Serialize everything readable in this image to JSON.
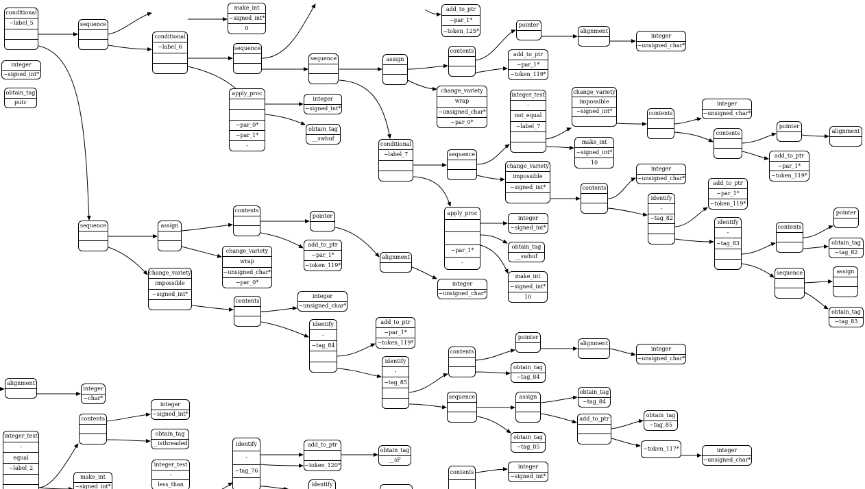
{
  "diagram": {
    "nodes": [
      {
        "id": "n1",
        "cells": [
          "conditional",
          "~label_5",
          "",
          ""
        ]
      },
      {
        "id": "n2",
        "cells": [
          "sequence",
          "",
          ""
        ]
      },
      {
        "id": "n3",
        "cells": [
          "conditional",
          "~label_6",
          "",
          ""
        ]
      },
      {
        "id": "n4",
        "cells": [
          "make_int",
          "~signed_int*",
          "0"
        ]
      },
      {
        "id": "n5",
        "cells": [
          "add_to_ptr",
          "~par_1*",
          "~token_125*"
        ]
      },
      {
        "id": "n6",
        "cells": [
          "sequence",
          "",
          ""
        ]
      },
      {
        "id": "n7",
        "cells": [
          "sequence",
          "",
          ""
        ]
      },
      {
        "id": "n8",
        "cells": [
          "assign",
          "",
          ""
        ]
      },
      {
        "id": "n9",
        "cells": [
          "contents",
          "",
          ""
        ]
      },
      {
        "id": "n10",
        "cells": [
          "pointer",
          ""
        ]
      },
      {
        "id": "n11",
        "cells": [
          "alignment",
          ""
        ]
      },
      {
        "id": "n12",
        "cells": [
          "integer",
          "~unsigned_char*"
        ]
      },
      {
        "id": "n13",
        "cells": [
          "add_to_ptr",
          "~par_1*",
          "~token_119*"
        ]
      },
      {
        "id": "n14",
        "cells": [
          "integer",
          "~signed_int*"
        ]
      },
      {
        "id": "n15",
        "cells": [
          "obtain_tag",
          "putc"
        ]
      },
      {
        "id": "n16",
        "cells": [
          "apply_proc",
          "",
          "",
          "~par_0*",
          "~par_1*",
          "-"
        ]
      },
      {
        "id": "n17",
        "cells": [
          "integer",
          "~signed_int*"
        ]
      },
      {
        "id": "n18",
        "cells": [
          "obtain_tag",
          "__swbuf"
        ]
      },
      {
        "id": "n19",
        "cells": [
          "change_variety",
          "wrap",
          "~unsigned_char*",
          "~par_0*"
        ]
      },
      {
        "id": "n20",
        "cells": [
          "integer_test",
          "-",
          "not_equal",
          "~label_7",
          "",
          ""
        ]
      },
      {
        "id": "n21",
        "cells": [
          "change_variety",
          "impossible",
          "~signed_int*",
          ""
        ]
      },
      {
        "id": "n22",
        "cells": [
          "integer",
          "~unsigned_char*"
        ]
      },
      {
        "id": "n23",
        "cells": [
          "contents",
          "",
          ""
        ]
      },
      {
        "id": "n24",
        "cells": [
          "contents",
          "",
          ""
        ]
      },
      {
        "id": "n25",
        "cells": [
          "pointer",
          ""
        ]
      },
      {
        "id": "n26",
        "cells": [
          "alignment",
          ""
        ]
      },
      {
        "id": "n27",
        "cells": [
          "add_to_ptr",
          "~par_1*",
          "~token_119*"
        ]
      },
      {
        "id": "n28",
        "cells": [
          "conditional",
          "~label_7",
          "",
          ""
        ]
      },
      {
        "id": "n29",
        "cells": [
          "sequence",
          "",
          ""
        ]
      },
      {
        "id": "n30",
        "cells": [
          "make_int",
          "~signed_int*",
          "10"
        ]
      },
      {
        "id": "n31",
        "cells": [
          "change_variety",
          "impossible",
          "~signed_int*",
          ""
        ]
      },
      {
        "id": "n32",
        "cells": [
          "integer",
          "~unsigned_char*"
        ]
      },
      {
        "id": "n33",
        "cells": [
          "contents",
          "",
          ""
        ]
      },
      {
        "id": "n34",
        "cells": [
          "identify",
          "-",
          "~tag_82",
          "",
          ""
        ]
      },
      {
        "id": "n35",
        "cells": [
          "add_to_ptr",
          "~par_1*",
          "~token_119*"
        ]
      },
      {
        "id": "n36",
        "cells": [
          "identify",
          "-",
          "~tag_83",
          "",
          ""
        ]
      },
      {
        "id": "n37",
        "cells": [
          "contents",
          "",
          ""
        ]
      },
      {
        "id": "n38",
        "cells": [
          "pointer",
          ""
        ]
      },
      {
        "id": "n39",
        "cells": [
          "obtain_tag",
          "~tag_82"
        ]
      },
      {
        "id": "n40",
        "cells": [
          "sequence",
          "",
          ""
        ]
      },
      {
        "id": "n41",
        "cells": [
          "assign",
          "",
          ""
        ]
      },
      {
        "id": "n42",
        "cells": [
          "obtain_tag",
          "~tag_83"
        ]
      },
      {
        "id": "n43",
        "cells": [
          "apply_proc",
          "",
          "",
          "~par_1*",
          "-"
        ]
      },
      {
        "id": "n44",
        "cells": [
          "integer",
          "~signed_int*"
        ]
      },
      {
        "id": "n45",
        "cells": [
          "obtain_tag",
          "__swbuf"
        ]
      },
      {
        "id": "n46",
        "cells": [
          "make_int",
          "~signed_int*",
          "10"
        ]
      },
      {
        "id": "n47",
        "cells": [
          "sequence",
          "",
          ""
        ]
      },
      {
        "id": "n48",
        "cells": [
          "assign",
          "",
          ""
        ]
      },
      {
        "id": "n49",
        "cells": [
          "contents",
          "",
          ""
        ]
      },
      {
        "id": "n50",
        "cells": [
          "pointer",
          ""
        ]
      },
      {
        "id": "n51",
        "cells": [
          "alignment",
          ""
        ]
      },
      {
        "id": "n52",
        "cells": [
          "integer",
          "~unsigned_char*"
        ]
      },
      {
        "id": "n53",
        "cells": [
          "change_variety",
          "wrap",
          "~unsigned_char*",
          "~par_0*"
        ]
      },
      {
        "id": "n54",
        "cells": [
          "add_to_ptr",
          "~par_1*",
          "~token_119*"
        ]
      },
      {
        "id": "n55",
        "cells": [
          "change_variety",
          "impossible",
          "~signed_int*",
          ""
        ]
      },
      {
        "id": "n56",
        "cells": [
          "contents",
          "",
          ""
        ]
      },
      {
        "id": "n57",
        "cells": [
          "integer",
          "~unsigned_char*"
        ]
      },
      {
        "id": "n58",
        "cells": [
          "identify",
          "-",
          "~tag_84",
          "",
          ""
        ]
      },
      {
        "id": "n59",
        "cells": [
          "add_to_ptr",
          "~par_1*",
          "~token_119*"
        ]
      },
      {
        "id": "n60",
        "cells": [
          "identify",
          "-",
          "~tag_85",
          "",
          ""
        ]
      },
      {
        "id": "n61",
        "cells": [
          "contents",
          "",
          ""
        ]
      },
      {
        "id": "n62",
        "cells": [
          "pointer",
          ""
        ]
      },
      {
        "id": "n63",
        "cells": [
          "alignment",
          ""
        ]
      },
      {
        "id": "n64",
        "cells": [
          "integer",
          "~unsigned_char*"
        ]
      },
      {
        "id": "n65",
        "cells": [
          "obtain_tag",
          "~tag_84"
        ]
      },
      {
        "id": "n66",
        "cells": [
          "sequence",
          "",
          ""
        ]
      },
      {
        "id": "n67",
        "cells": [
          "assign",
          "",
          ""
        ]
      },
      {
        "id": "n68",
        "cells": [
          "obtain_tag",
          "~tag_84"
        ]
      },
      {
        "id": "n69",
        "cells": [
          "add_to_ptr",
          "",
          ""
        ]
      },
      {
        "id": "n70",
        "cells": [
          "obtain_tag",
          "~tag_85"
        ]
      },
      {
        "id": "n71",
        "cells": [
          "~token_117*"
        ]
      },
      {
        "id": "n72",
        "cells": [
          "integer",
          "~unsigned_char*"
        ]
      },
      {
        "id": "n73",
        "cells": [
          "obtain_tag",
          "~tag_85"
        ]
      },
      {
        "id": "n74",
        "cells": [
          "alignment",
          ""
        ]
      },
      {
        "id": "n75",
        "cells": [
          "integer",
          "~char*"
        ]
      },
      {
        "id": "n76",
        "cells": [
          "contents",
          "",
          ""
        ]
      },
      {
        "id": "n77",
        "cells": [
          "integer",
          "~signed_int*"
        ]
      },
      {
        "id": "n78",
        "cells": [
          "obtain_tag",
          "__isthreaded"
        ]
      },
      {
        "id": "n79",
        "cells": [
          "integer_test",
          "-",
          "equal",
          "~label_2",
          "",
          ""
        ]
      },
      {
        "id": "n80",
        "cells": [
          "make_int",
          "~signed_int*"
        ]
      },
      {
        "id": "n81",
        "cells": [
          "integer_test",
          "-",
          "less_than"
        ]
      },
      {
        "id": "n82",
        "cells": [
          "identify",
          "-",
          "~tag_76",
          ""
        ]
      },
      {
        "id": "n83",
        "cells": [
          "add_to_ptr",
          "",
          "~token_120*"
        ]
      },
      {
        "id": "n84",
        "cells": [
          "obtain_tag",
          "__sF"
        ]
      },
      {
        "id": "n85",
        "cells": [
          "identify",
          ""
        ]
      },
      {
        "id": "n86",
        "cells": [
          "contents",
          ""
        ]
      },
      {
        "id": "n87",
        "cells": [
          "integer",
          "~signed_int*"
        ]
      },
      {
        "id": "n88",
        "cells": [
          ""
        ]
      },
      {
        "id": "n89",
        "cells": [
          ""
        ]
      },
      {
        "id": "n90",
        "cells": [
          ""
        ]
      },
      {
        "id": "n91",
        "cells": [
          ""
        ]
      }
    ]
  }
}
